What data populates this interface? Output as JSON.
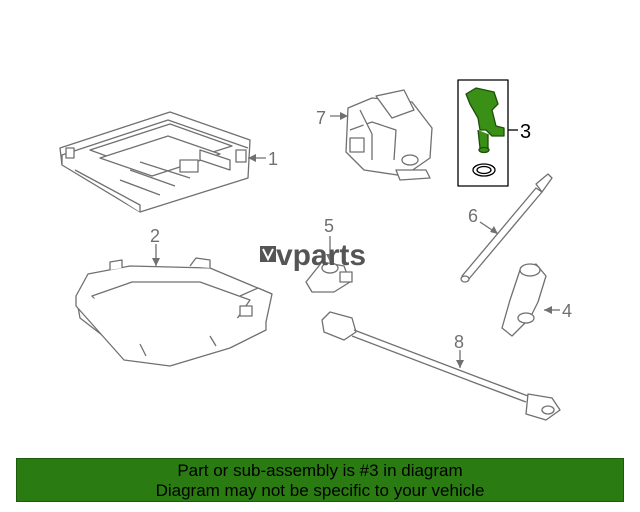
{
  "callouts": {
    "c1": "1",
    "c2": "2",
    "c3": "3",
    "c4": "4",
    "c5": "5",
    "c6": "6",
    "c7": "7",
    "c8": "8"
  },
  "watermark": "vparts",
  "banner": {
    "line1": "Part or sub-assembly is #3 in diagram",
    "line2": "Diagram may not be specific to your vehicle"
  },
  "colors": {
    "highlight_part": "#3a8f17",
    "banner_bg": "#2a7b12",
    "line_art": "#707070"
  }
}
